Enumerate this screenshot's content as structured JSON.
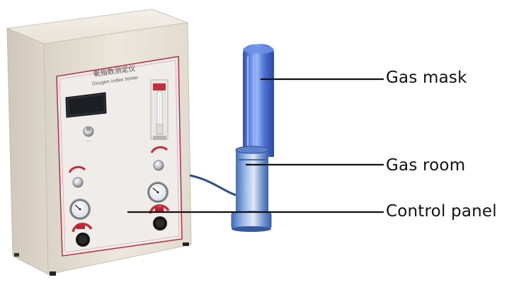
{
  "labels": {
    "gas_mask": "Gas mask",
    "gas_room": "Gas room",
    "control_panel": "Control panel"
  },
  "device": {
    "title_cn": "氧指数测定仪",
    "title_en": "Oxygen index tester"
  },
  "colors": {
    "cabinet": "#e7e1d6",
    "panel_face": "#eeebea",
    "panel_border": "#b03a4a",
    "display": "#2a2e34",
    "tube_blue": "#2d56c8",
    "knob_red": "#c02030",
    "label_text": "#111111",
    "leader_line": "#111111"
  },
  "icons": {
    "display": "digital-display-icon",
    "flowmeter": "flowmeter-icon",
    "gauge": "pressure-gauge-icon",
    "knob": "valve-knob-icon"
  }
}
